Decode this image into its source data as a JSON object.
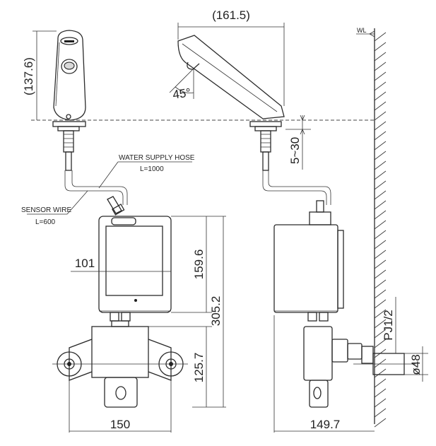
{
  "dimensions": {
    "spout_length": "(161.5)",
    "faucet_height": "(137.6)",
    "spout_angle": "45°",
    "deck_range": "5~30",
    "body_width": "101",
    "box_height": "159.6",
    "total_height": "305.2",
    "valve_height": "125.7",
    "width_front": "150",
    "depth_side": "149.7",
    "pipe_dia": "ø48"
  },
  "labels": {
    "water_supply_hose": "WATER SUPPLY HOSE",
    "hose_length": "L=1000",
    "sensor_wire": "SENSOR WIRE",
    "wire_length": "L=600",
    "water_level": "WL",
    "pipe_thread": "PJ1/2"
  }
}
